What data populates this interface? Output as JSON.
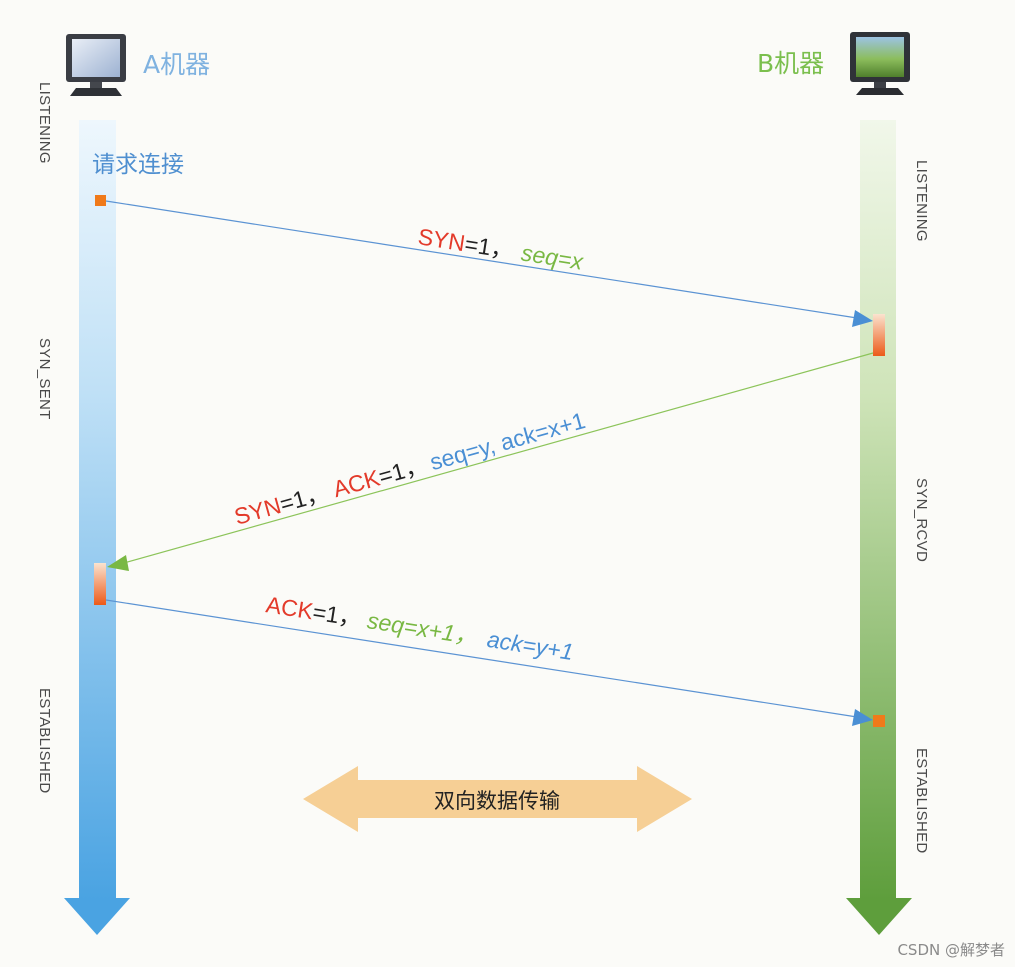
{
  "hosts": {
    "a": {
      "label": "A机器"
    },
    "b": {
      "label": "B机器"
    }
  },
  "states": {
    "a_listening": "LISTENING",
    "a_syn_sent": "SYN_SENT",
    "a_established": "ESTABLISHED",
    "b_listening": "LISTENING",
    "b_syn_rcvd": "SYN_RCVD",
    "b_established": "ESTABLISHED"
  },
  "request_label": "请求连接",
  "messages": {
    "m1": {
      "syn": "SYN",
      "syn_val": "=1，",
      "seq": "seq=x"
    },
    "m2": {
      "syn": "SYN",
      "syn_val": "=1，",
      "ack": "ACK",
      "ack_val": "=1，",
      "rest": "seq=y, ack=x+1"
    },
    "m3": {
      "ack": "ACK",
      "ack_val": "=1，",
      "seq": "seq=x+1，",
      "acknum": "ack=y+1"
    }
  },
  "transfer_label": "双向数据传输",
  "watermark": "CSDN @解梦者",
  "colors": {
    "a_line": "#58a8e6",
    "b_line": "#6aa84a",
    "syn_red": "#e33a2a",
    "seq_green": "#79b843",
    "ack_blue": "#4a8fd4",
    "marker": "#f07a1a",
    "transfer": "#f6cf95"
  }
}
